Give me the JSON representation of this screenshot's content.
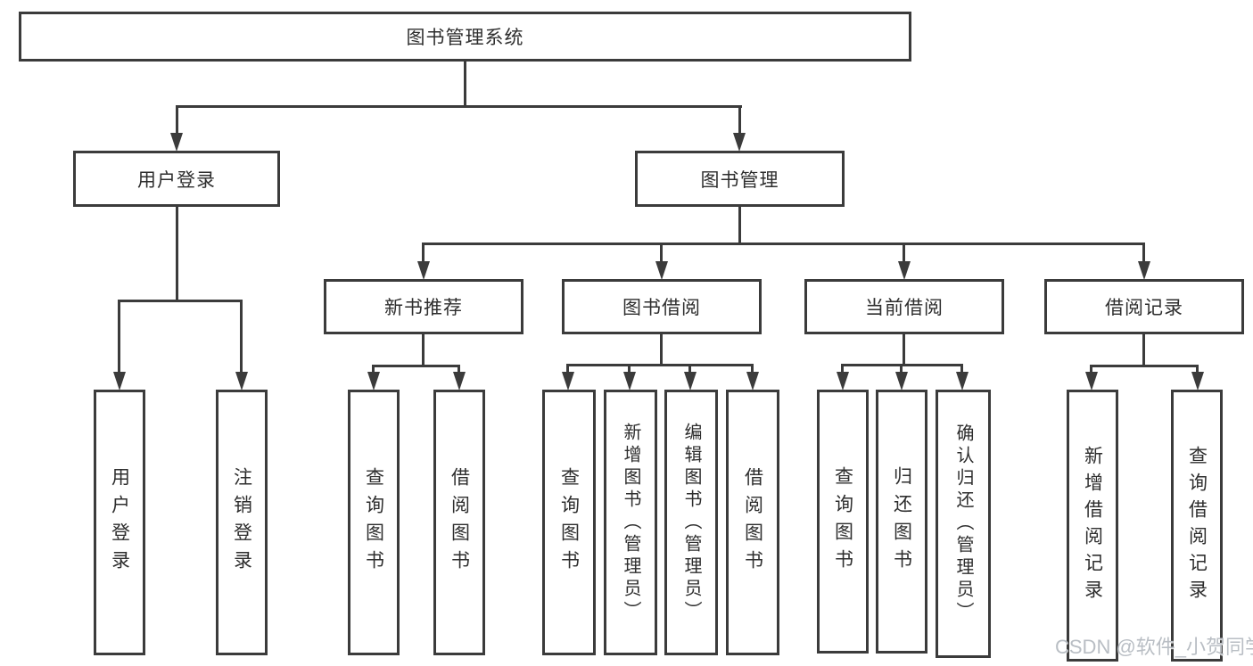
{
  "root": {
    "label": "图书管理系统"
  },
  "branches": [
    {
      "label": "用户登录",
      "children": [
        {
          "label": "用户登录"
        },
        {
          "label": "注销登录"
        }
      ]
    },
    {
      "label": "图书管理",
      "children": [
        {
          "label": "新书推荐",
          "children": [
            {
              "label": "查询图书"
            },
            {
              "label": "借阅图书"
            }
          ]
        },
        {
          "label": "图书借阅",
          "children": [
            {
              "label": "查询图书"
            },
            {
              "label": "新增图书（管理员）"
            },
            {
              "label": "编辑图书（管理员）"
            },
            {
              "label": "借阅图书"
            }
          ]
        },
        {
          "label": "当前借阅",
          "children": [
            {
              "label": "查询图书"
            },
            {
              "label": "归还图书"
            },
            {
              "label": "确认归还（管理员）"
            }
          ]
        },
        {
          "label": "借阅记录",
          "children": [
            {
              "label": "新增借阅记录"
            },
            {
              "label": "查询借阅记录"
            }
          ]
        }
      ]
    }
  ],
  "watermark": {
    "text": "CSDN @软件_小贺同学"
  },
  "colors": {
    "line": "#3b3b3b",
    "text": "#2e2e2e",
    "watermark": "#b9bec4",
    "background": "#ffffff"
  }
}
